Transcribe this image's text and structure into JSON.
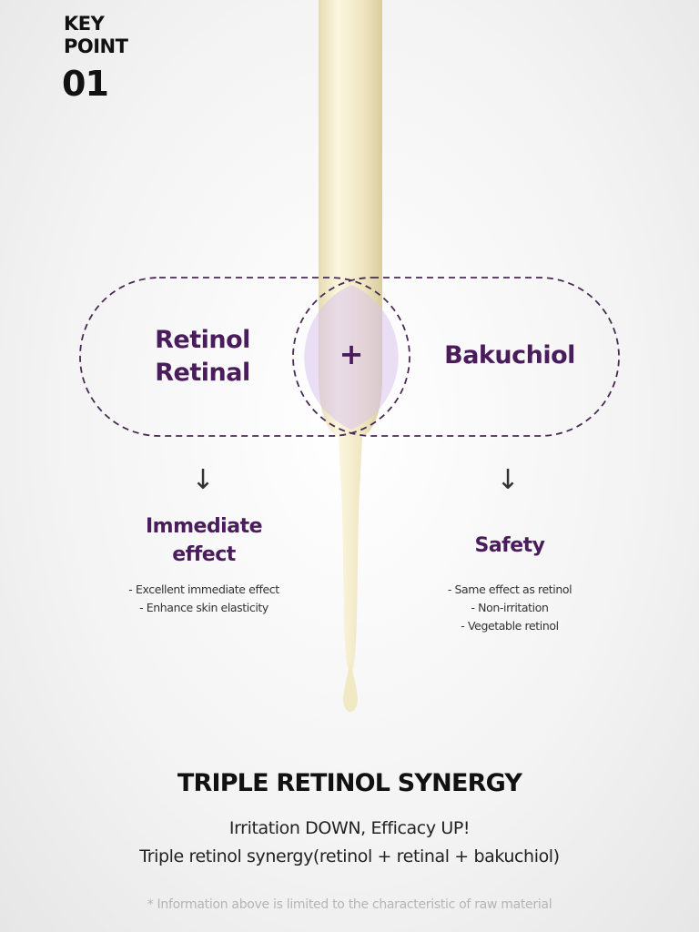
{
  "key_point": {
    "label_line1": "KEY",
    "label_line2": "POINT",
    "number": "01"
  },
  "diagram": {
    "left_ingredients": [
      "Retinol",
      "Retinal"
    ],
    "plus": "+",
    "right_ingredient": "Bakuchiol",
    "arrow": "↓",
    "left_result": {
      "title_line1": "Immediate",
      "title_line2": "effect",
      "bullets": [
        "- Excellent immediate effect",
        "- Enhance skin elasticity"
      ]
    },
    "right_result": {
      "title": "Safety",
      "bullets": [
        "- Same effect as retinol",
        "- Non-irritation",
        "- Vegetable retinol"
      ]
    }
  },
  "footer": {
    "title": "TRIPLE RETINOL SYNERGY",
    "line1": "Irritation DOWN, Efficacy UP!",
    "line2": "Triple retinol synergy(retinol + retinal + bakuchiol)",
    "note": "* Information above is limited to the characteristic of raw material"
  },
  "colors": {
    "accent": "#4a1c5c",
    "dropper": "#f3ebcc"
  }
}
